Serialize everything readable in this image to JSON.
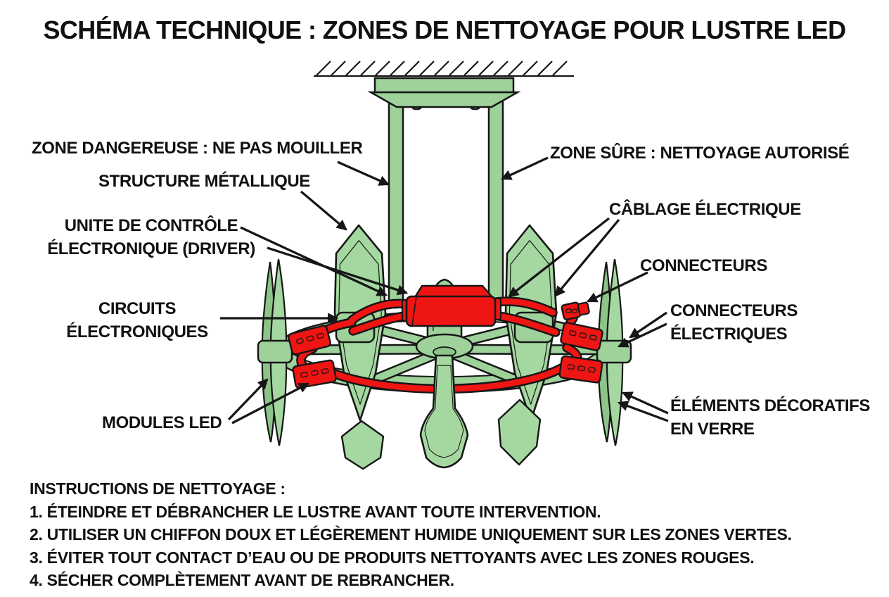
{
  "title": "SCHÉMA TECHNIQUE : ZONES DE NETTOYAGE POUR LUSTRE LED",
  "labels": {
    "zone_dangereuse": "ZONE DANGEREUSE : NE PAS MOUILLER",
    "structure_metallique": "STRUCTURE MÉTALLIQUE",
    "unite_controle": "UNITE DE CONTRÔLE\nÉLECTRONIQUE (DRIVER)",
    "circuits_electroniques": "CIRCUITS\nÉLECTRONIQUES",
    "modules_led": "MODULES LED",
    "zone_sure": "ZONE SÛRE : NETTOYAGE AUTORISÉ",
    "cablage_electrique": "CÂBLAGE ÉLECTRIQUE",
    "connecteurs": "CONNECTEURS",
    "connecteurs_electriques": "CONNECTEURS\nÉLECTRIQUES",
    "elements_decoratifs": "ÉLÉMENTS DÉCORATIFS\nEN VERRE"
  },
  "instructions": {
    "heading": "INSTRUCTIONS DE NETTOYAGE :",
    "steps": [
      "1. ÉTEINDRE ET DÉBRANCHER LE LUSTRE AVANT TOUTE INTERVENTION.",
      "2. UTILISER UN CHIFFON DOUX ET LÉGÈREMENT HUMIDE UNIQUEMENT SUR LES ZONES VERTES.",
      "3. ÉVITER TOUT CONTACT D’EAU OU DE PRODUITS NETTOYANTS AVEC LES ZONES ROUGES.",
      "4. SÉCHER COMPLÈTEMENT AVANT DE REBRANCHER."
    ]
  },
  "colors": {
    "zone_safe_green": "#9ed29a",
    "zone_safe_green_dark": "#8cc489",
    "zone_danger_red": "#ee1513",
    "outline_black": "#161616",
    "text_black": "#111111",
    "background": "#ffffff"
  }
}
